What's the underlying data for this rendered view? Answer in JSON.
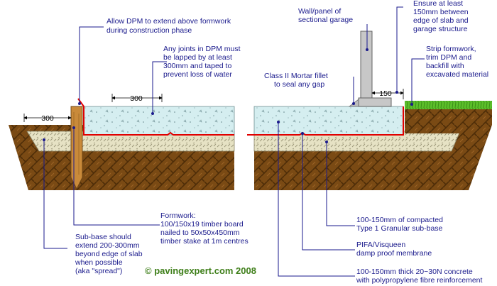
{
  "colors": {
    "soil": "#7a4a14",
    "subbase": "#e6e2c4",
    "concrete": "#d5eef0",
    "dpm": "#e00000",
    "timber": "#c98a3a",
    "grass": "#5cbf2a",
    "wall": "#c7c7c7",
    "labels": "#1a1a8c",
    "copyright": "#3f7f1a"
  },
  "labels": {
    "allow_dpm": [
      "Allow DPM to extend above formwork",
      "during construction phase"
    ],
    "joints": [
      "Any joints in DPM must",
      "be lapped by at least",
      "300mm and taped to",
      "prevent loss of water"
    ],
    "wall": [
      "Wall/panel of",
      "sectional garage"
    ],
    "ensure": [
      "Ensure at least",
      "150mm between",
      "edge of slab and",
      "garage structure"
    ],
    "strip": [
      "Strip formwork,",
      "trim DPM and",
      "backfill with",
      "excavated material"
    ],
    "fillet": [
      "Class II Mortar fillet",
      "to seal any gap"
    ],
    "formwork": [
      "Formwork:",
      "100/150x19 timber board",
      "nailed to 50x50x450mm",
      "timber stake at 1m centres"
    ],
    "subbase_spread": [
      "Sub-base should",
      "extend 200-300mm",
      "beyond edge of slab",
      "when possible",
      "(aka \"spread\")"
    ],
    "type1": [
      "100-150mm of compacted",
      "Type 1 Granular sub-base"
    ],
    "pifa": [
      "PIFA/Visqueen",
      "damp proof membrane"
    ],
    "concrete": [
      "100-150mm thick 20~30N concrete",
      "with polypropylene fibre reinforcement"
    ]
  },
  "dimensions": {
    "lap": "300",
    "spread": "300",
    "gap": "150"
  },
  "copyright": "© pavingexpert.com 2008"
}
